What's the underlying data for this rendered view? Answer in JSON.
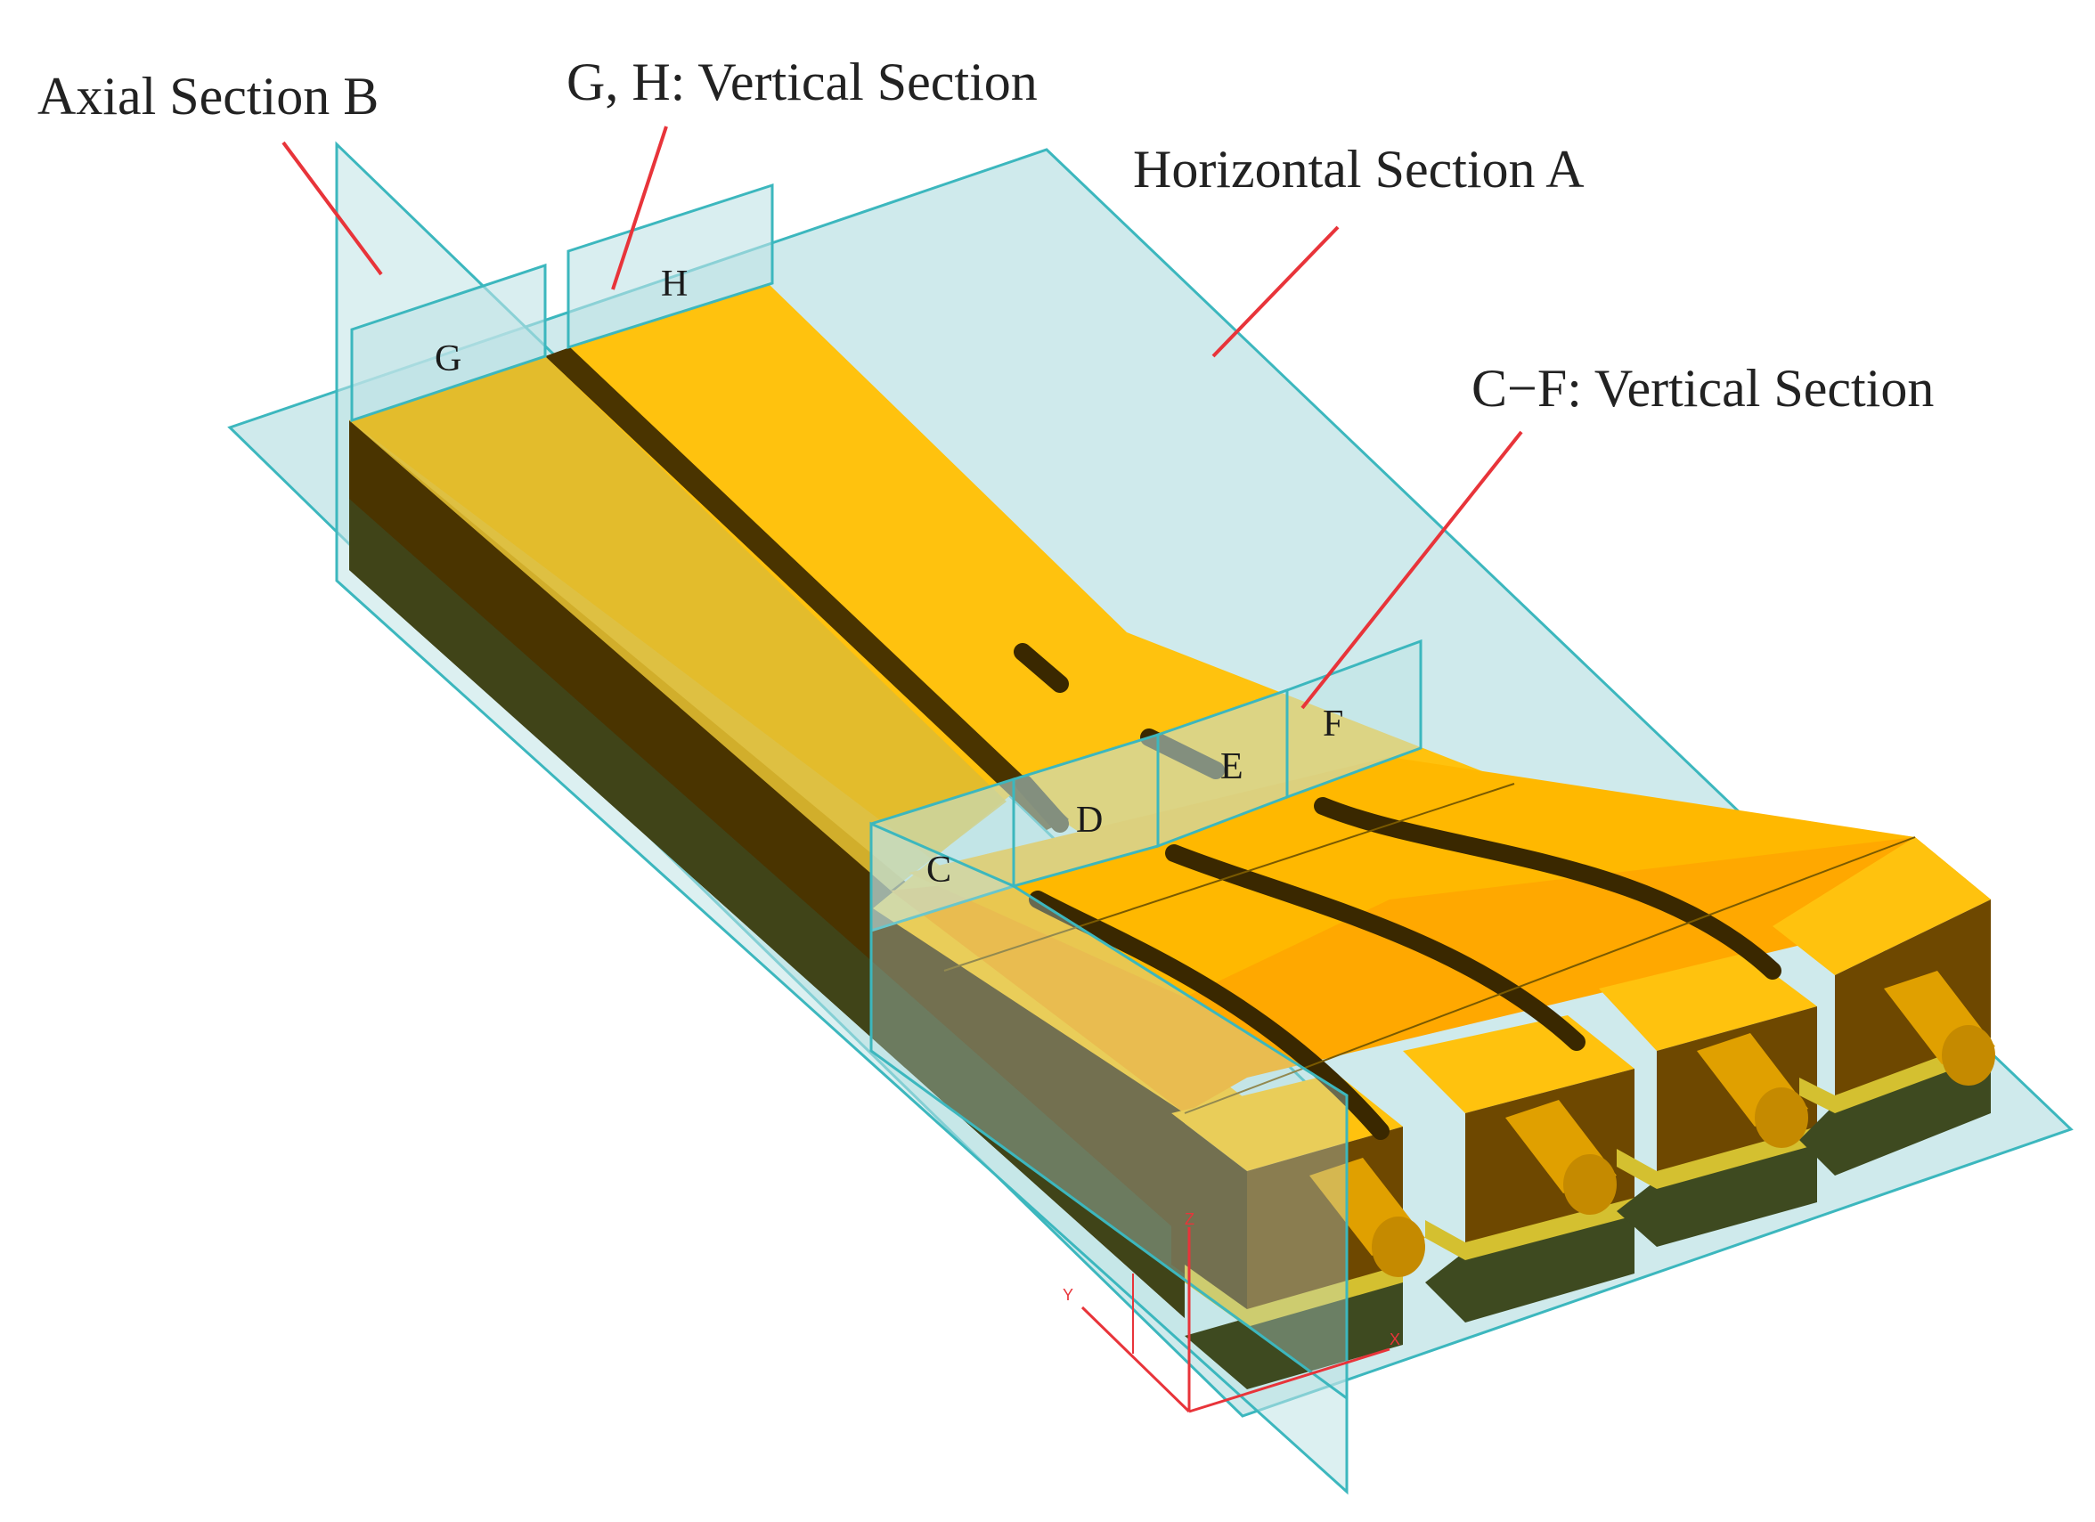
{
  "callouts": {
    "axial_b": "Axial Section B",
    "gh_vertical": "G, H: Vertical Section",
    "horizontal_a": "Horizontal Section A",
    "cf_vertical": "C−F: Vertical Section"
  },
  "section_labels": {
    "g": "G",
    "h": "H",
    "c": "C",
    "d": "D",
    "e": "E",
    "f": "F"
  },
  "axes": {
    "x": "X",
    "y": "Y",
    "z": "Z"
  },
  "colors": {
    "top_face": "#FFC20E",
    "side_face": "#5A3800",
    "plane_fill": "#BFE3E6",
    "plane_stroke": "#3CB7BE",
    "leader_line": "#E8343A",
    "axis_triad": "#E8343A"
  }
}
